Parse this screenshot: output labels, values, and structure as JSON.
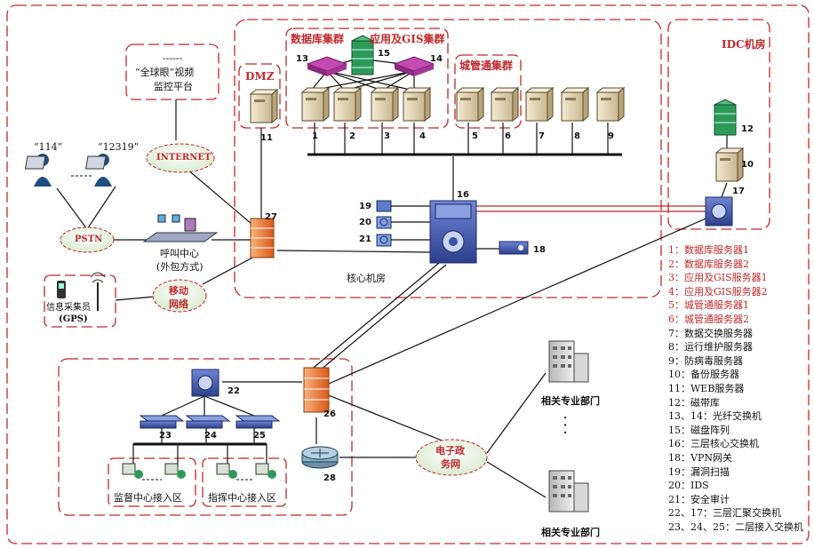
{
  "zones": {
    "db_cluster": "数据库集群",
    "app_gis_cluster": "应用及GIS集群",
    "urban_cluster": "城管通集群",
    "idc": "IDC机房",
    "dmz": "DMZ",
    "core_room": "核心机房"
  },
  "external": {
    "platform_dashes": "------",
    "platform_line1": "“全球眼”视频",
    "platform_line2": "监控平台",
    "hotline_a": "“114”",
    "hotline_b": "“12319”",
    "internet": "INTERNET",
    "pstn": "PSTN",
    "call_center_line1": "呼叫中心",
    "call_center_line2": "(外包方式)",
    "mobile_net_line1": "移动",
    "mobile_net_line2": "网络",
    "collector_line1": "信息采集员",
    "collector_line2": "(GPS)",
    "egov_line1": "电子政",
    "egov_line2": "务网",
    "dept_top": "相关专业部门",
    "dept_bottom": "相关专业部门",
    "supervise_area": "监督中心接入区",
    "command_area": "指挥中心接入区",
    "ellipsis": "·  ·  ·"
  },
  "node_numbers": {
    "n1": "1",
    "n2": "2",
    "n3": "3",
    "n4": "4",
    "n5": "5",
    "n6": "6",
    "n7": "7",
    "n8": "8",
    "n9": "9",
    "n10": "10",
    "n11": "11",
    "n12": "12",
    "n13": "13",
    "n14": "14",
    "n15": "15",
    "n16": "16",
    "n17": "17",
    "n18": "18",
    "n19": "19",
    "n20": "20",
    "n21": "21",
    "n22": "22",
    "n23": "23",
    "n24": "24",
    "n25": "25",
    "n26": "26",
    "n27": "27",
    "n28": "28"
  },
  "legend": [
    {
      "text": "1：数据库服务器1",
      "highlight": true
    },
    {
      "text": "2：数据库服务器2",
      "highlight": true
    },
    {
      "text": "3：应用及GIS服务器1",
      "highlight": true
    },
    {
      "text": "4：应用及GIS服务器2",
      "highlight": true
    },
    {
      "text": "5：城管通服务器1",
      "highlight": true
    },
    {
      "text": "6：城管通服务器2",
      "highlight": true
    },
    {
      "text": "7：数据交换服务器",
      "highlight": false
    },
    {
      "text": "8：运行维护服务器",
      "highlight": false
    },
    {
      "text": "9：防病毒服务器",
      "highlight": false
    },
    {
      "text": "10：备份服务器",
      "highlight": false
    },
    {
      "text": "11：WEB服务器",
      "highlight": false
    },
    {
      "text": "12：磁带库",
      "highlight": false
    },
    {
      "text": "13、14：光纤交换机",
      "highlight": false
    },
    {
      "text": "15：磁盘阵列",
      "highlight": false
    },
    {
      "text": "16：三层核心交换机",
      "highlight": false
    },
    {
      "text": "18：VPN网关",
      "highlight": false
    },
    {
      "text": "19：漏洞扫描",
      "highlight": false
    },
    {
      "text": "20：IDS",
      "highlight": false
    },
    {
      "text": "21：安全审计",
      "highlight": false
    },
    {
      "text": "22、17：三层汇聚交换机",
      "highlight": false
    },
    {
      "text": "23、24、25：二层接入交换机",
      "highlight": false
    }
  ],
  "colors": {
    "dash_red": "#c0282a",
    "link_red": "#c0282a",
    "switch_blue": "#3a52a8",
    "server_tan": "#e8dcc0",
    "storage_green": "#2e9a5a",
    "firewall_orange": "#e8762a"
  }
}
